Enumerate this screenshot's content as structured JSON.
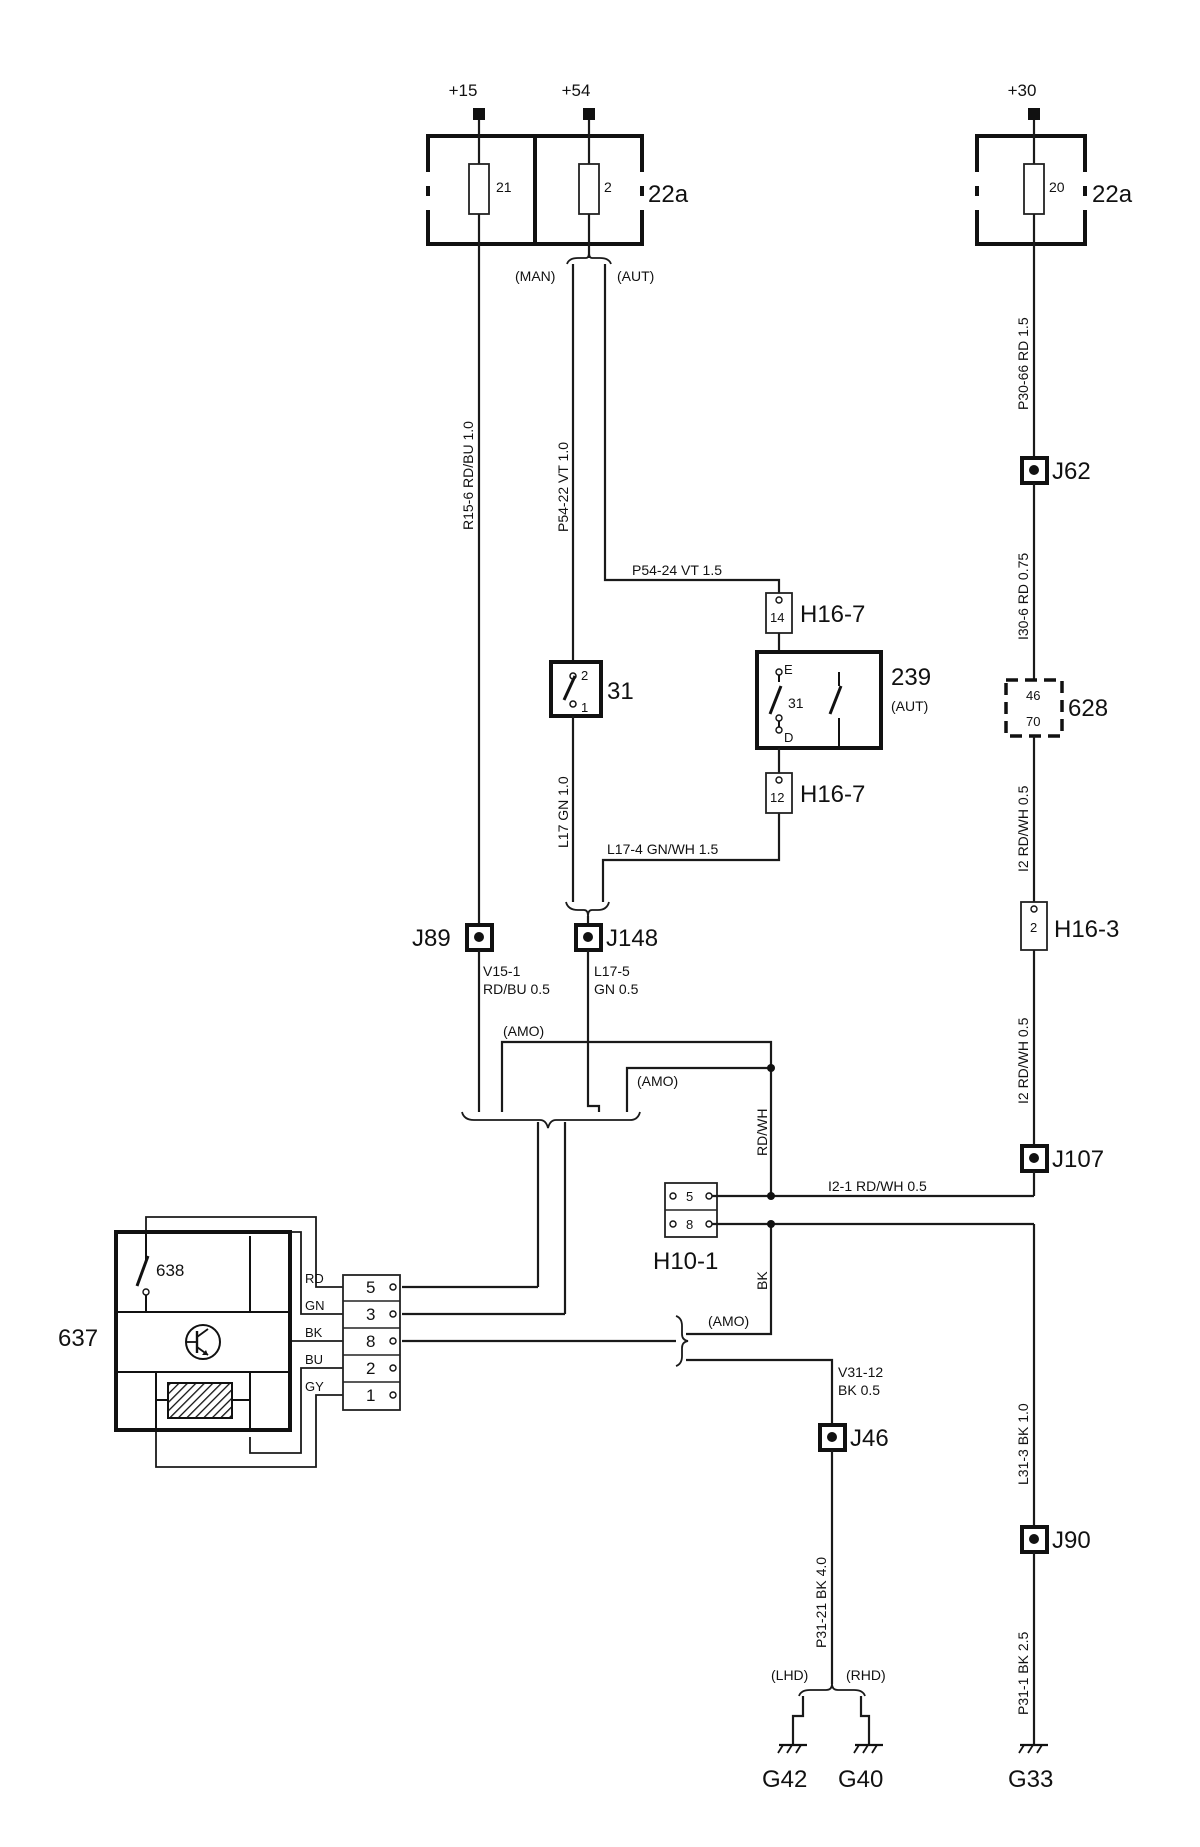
{
  "supply": {
    "t15": "+15",
    "t54": "+54",
    "t30": "+30"
  },
  "fuses": {
    "f21": "21",
    "f2": "2",
    "f20": "20",
    "box_left": "22a",
    "box_right": "22a"
  },
  "variants": {
    "man": "(MAN)",
    "aut": "(AUT)",
    "amo": "(AMO)",
    "lhd": "(LHD)",
    "rhd": "(RHD)"
  },
  "wires": {
    "r15_6": "R15-6  RD/BU  1.0",
    "p54_22": "P54-22  VT  1.0",
    "p54_24": "P54-24  VT    1.5",
    "l17": "L17  GN  1.0",
    "l17_4": "L17-4  GN/WH  1.5",
    "v15_1a": "V15-1",
    "v15_1b": "RD/BU  0.5",
    "l17_5a": "L17-5",
    "l17_5b": "GN   0.5",
    "rdwh": "RD/WH",
    "bk": "BK",
    "i2_1": "I2-1  RD/WH  0.5",
    "v31_12a": "V31-12",
    "v31_12b": "BK  0.5",
    "p31_21": "P31-21  BK  4.0",
    "p30_66": "P30-66  RD  1.5",
    "i30_6": "I30-6  RD  0.75",
    "i2_top": "I2  RD/WH  0.5",
    "i2_bot": "I2  RD/WH  0.5",
    "l31_3": "L31-3  BK  1.0",
    "p31_1": "P31-1  BK  2.5"
  },
  "connectors": {
    "h16_7a": "H16-7",
    "h16_7a_pin": "14",
    "h16_7b": "H16-7",
    "h16_7b_pin": "12",
    "h16_3": "H16-3",
    "h16_3_pin": "2",
    "h10_1": "H10-1",
    "h10_1_pins": [
      "5",
      "8"
    ],
    "c628": "628",
    "c628_pins": [
      "46",
      "70"
    ]
  },
  "splices": {
    "j89": "J89",
    "j148": "J148",
    "j62": "J62",
    "j107": "J107",
    "j46": "J46",
    "j90": "J90"
  },
  "components": {
    "c31": "31",
    "c31_pin_top": "2",
    "c31_pin_bot": "1",
    "c239": "239",
    "c239_sub": "(AUT)",
    "c239_pin_e": "E",
    "c239_pin_d": "D",
    "c239_inner": "31",
    "c637": "637",
    "c638": "638"
  },
  "module_pins": {
    "colors": [
      "RD",
      "GN",
      "BK",
      "BU",
      "GY"
    ],
    "numbers": [
      "5",
      "3",
      "8",
      "2",
      "1"
    ]
  },
  "grounds": {
    "g42": "G42",
    "g40": "G40",
    "g33": "G33"
  }
}
